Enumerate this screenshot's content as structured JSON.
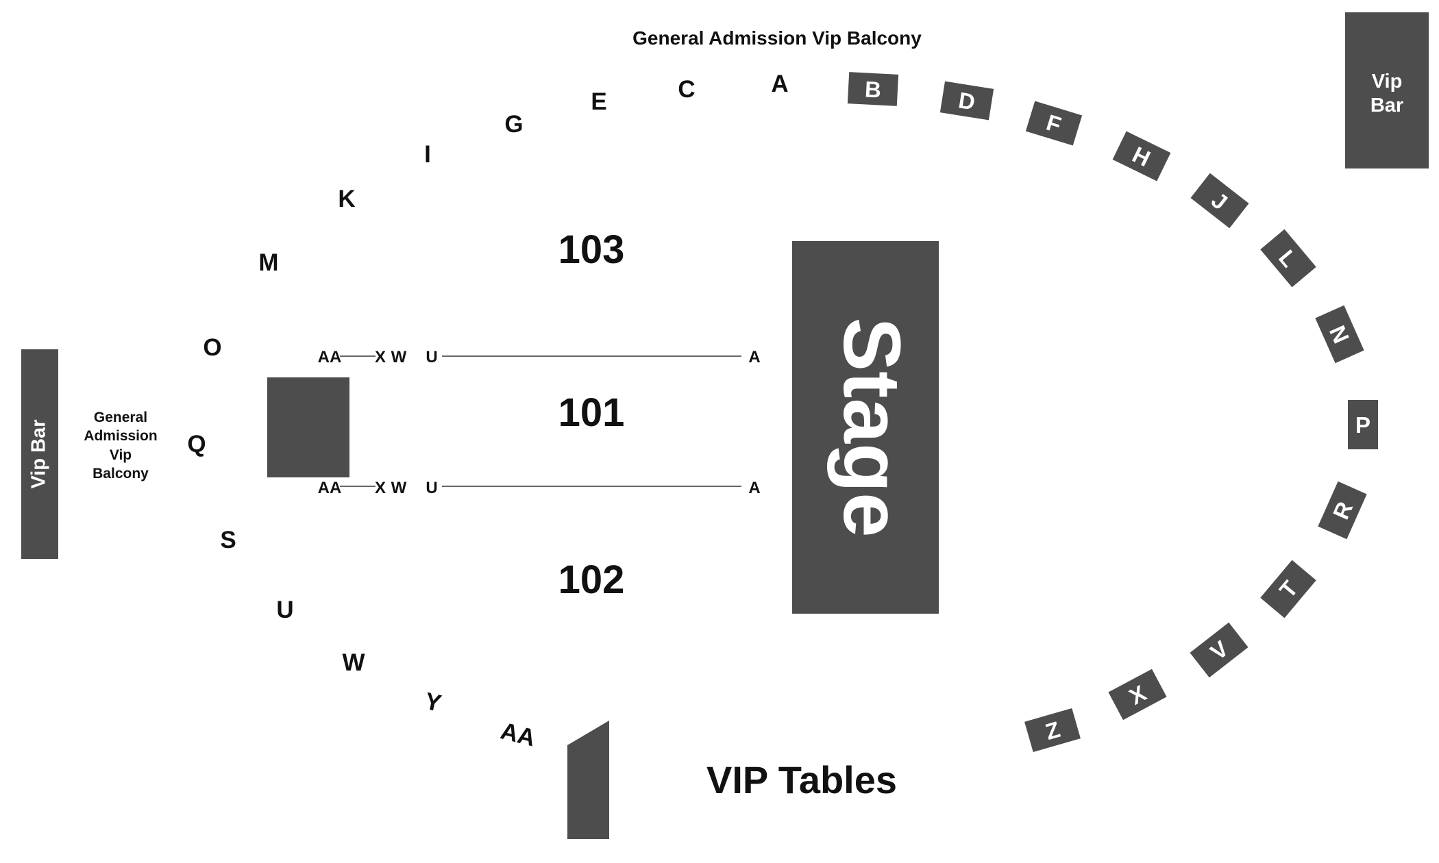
{
  "title_top": "General Admission Vip Balcony",
  "vip_bar_right": [
    "Vip",
    "Bar"
  ],
  "vip_bar_left": "Vip Bar",
  "ga_left": [
    "General",
    "Admission",
    "Vip",
    "Balcony"
  ],
  "stage": "Stage",
  "vip_tables": "VIP Tables",
  "sections": {
    "s103": "103",
    "s101": "101",
    "s102": "102"
  },
  "row_labels_top": {
    "aa": "AA",
    "x": "X",
    "w": "W",
    "u": "U",
    "a": "A"
  },
  "row_labels_bottom": {
    "aa": "AA",
    "x": "X",
    "w": "W",
    "u": "U",
    "a": "A"
  },
  "balcony_left": {
    "a": "A",
    "c": "C",
    "e": "E",
    "g": "G",
    "i": "I",
    "k": "K",
    "m": "M",
    "o": "O",
    "q": "Q",
    "s": "S",
    "u": "U",
    "w": "W",
    "y": "Y",
    "aa": "AA"
  },
  "balcony_right": {
    "b": "B",
    "d": "D",
    "f": "F",
    "h": "H",
    "j": "J",
    "l": "L",
    "n": "N",
    "p": "P",
    "r": "R",
    "t": "T",
    "v": "V",
    "x": "X",
    "z": "Z"
  },
  "colors": {
    "block": "#4d4d4d",
    "text": "#111111",
    "background": "#ffffff"
  }
}
